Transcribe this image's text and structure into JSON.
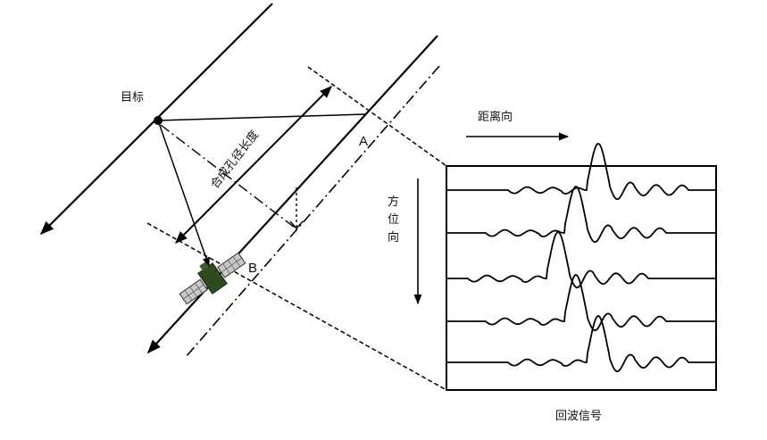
{
  "labels": {
    "target": "目标",
    "range_direction": "距离向",
    "azimuth_direction_chars": [
      "方",
      "位",
      "向"
    ],
    "synthetic_aperture_length": "合成孔径长度",
    "point_a": "A",
    "point_b": "B",
    "echo_signal": "回波信号"
  },
  "echo_traces": {
    "peak_offsets": [
      45,
      20,
      0,
      20,
      45
    ]
  },
  "colors": {
    "line": "#000000",
    "satellite_body": "#2f4a1e",
    "satellite_panel": "#c8c8c8"
  }
}
